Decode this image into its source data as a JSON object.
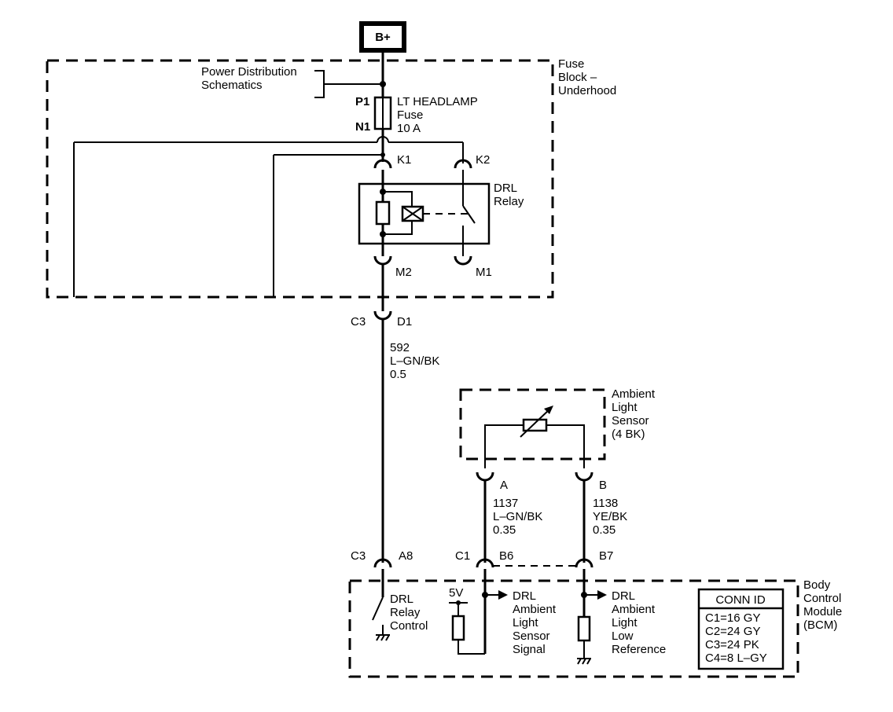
{
  "source": {
    "label": "B+"
  },
  "fuse_block": {
    "title": [
      "Fuse",
      "Block –",
      "Underhood"
    ],
    "power_ref": [
      "Power Distribution",
      "Schematics"
    ],
    "fuse": {
      "pin_in": "P1",
      "pin_out": "N1",
      "lines": [
        "LT HEADLAMP",
        "Fuse",
        "10 A"
      ]
    },
    "relay": {
      "lines": [
        "DRL",
        "Relay"
      ],
      "pins": {
        "k1": "K1",
        "k2": "K2",
        "m2": "M2",
        "m1": "M1"
      }
    }
  },
  "connector_c3_d1": {
    "conn": "C3",
    "pin": "D1"
  },
  "circuit_592": {
    "lines": [
      "592",
      "L–GN/BK",
      "0.5"
    ]
  },
  "sensor": {
    "title": [
      "Ambient",
      "Light",
      "Sensor",
      "(4 BK)"
    ],
    "pin_a": "A",
    "pin_b": "B"
  },
  "circuit_1137": {
    "lines": [
      "1137",
      "L–GN/BK",
      "0.35"
    ]
  },
  "circuit_1138": {
    "lines": [
      "1138",
      "YE/BK",
      "0.35"
    ]
  },
  "bcm_pins": {
    "c3": "C3",
    "a8": "A8",
    "c1": "C1",
    "b6": "B6",
    "b7": "B7"
  },
  "bcm": {
    "title": [
      "Body",
      "Control",
      "Module",
      "(BCM)"
    ],
    "relay_control": [
      "DRL",
      "Relay",
      "Control"
    ],
    "supply": "5V",
    "sensor_signal": [
      "DRL",
      "Ambient",
      "Light",
      "Sensor",
      "Signal"
    ],
    "low_reference": [
      "DRL",
      "Ambient",
      "Light",
      "Low",
      "Reference"
    ]
  },
  "conn_id": {
    "header": "CONN ID",
    "rows": [
      "C1=16 GY",
      "C2=24 GY",
      "C3=24 PK",
      "C4=8 L–GY"
    ]
  }
}
